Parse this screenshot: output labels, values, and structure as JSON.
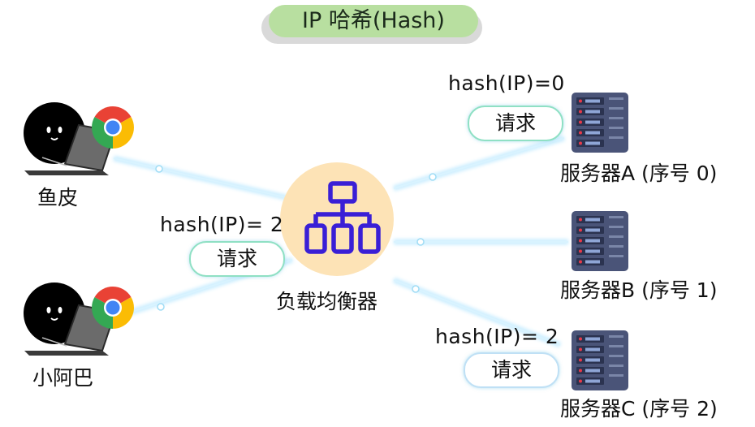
{
  "title": "IP 哈希(Hash)",
  "clients": [
    {
      "name": "鱼皮"
    },
    {
      "name": "小阿巴"
    }
  ],
  "load_balancer": {
    "label": "负载均衡器"
  },
  "hash_labels": {
    "client1": "hash(IP)= 2",
    "server_a": "hash(IP)=0",
    "server_c": "hash(IP)= 2"
  },
  "request_label": "请求",
  "servers": [
    {
      "label": "服务器A (序号 0)"
    },
    {
      "label": "服务器B (序号 1)"
    },
    {
      "label": "服务器C (序号 2)"
    }
  ],
  "colors": {
    "title_bg": "#b8dfa0",
    "lb_circle": "#fde3b6",
    "lb_icon": "#3a1fd6",
    "connector": "#bfeaff",
    "pill_border_green": "#8fe0c4",
    "pill_border_blue": "#bfe0f5",
    "server_body": "#4a5478"
  },
  "icons": [
    "person-laptop-icon",
    "chrome-icon",
    "network-hierarchy-icon",
    "server-rack-icon"
  ]
}
